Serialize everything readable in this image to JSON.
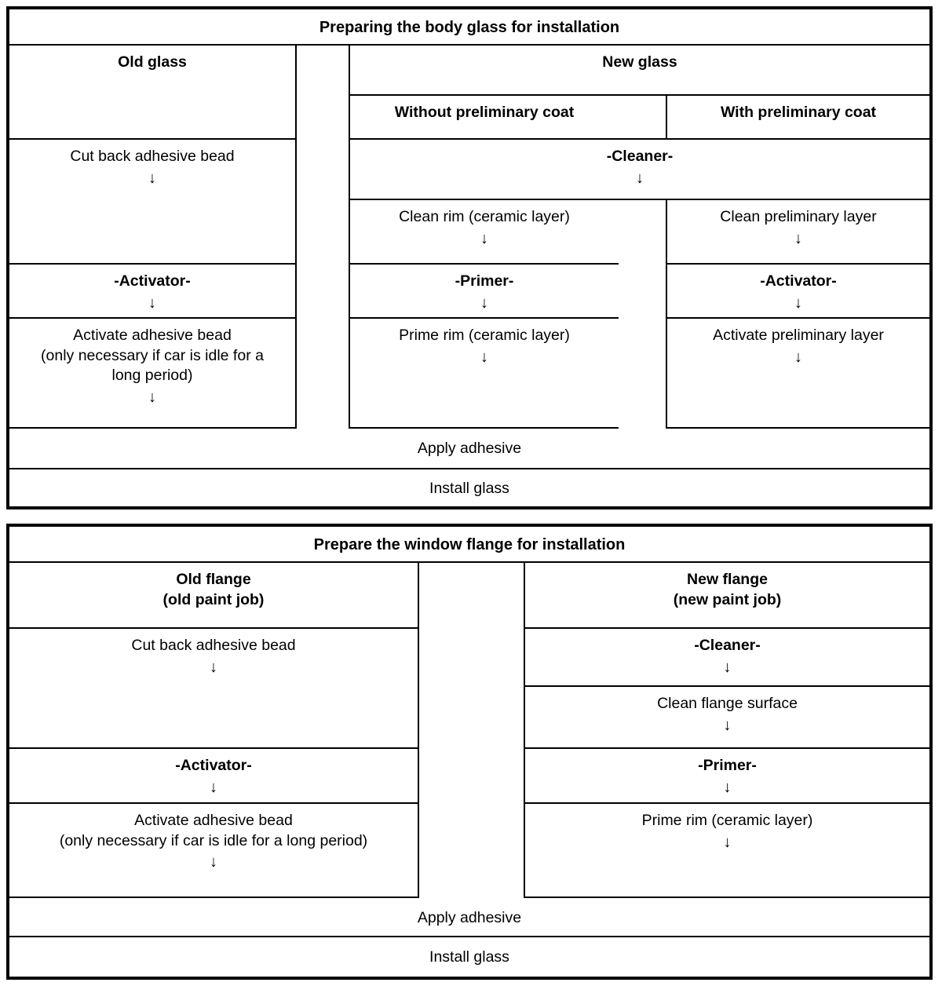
{
  "document": {
    "type": "process-flow-chart",
    "panel_count": 2
  },
  "panels": [
    {
      "id": "body-glass",
      "title": "Preparing the body glass for installation",
      "branches": {
        "left": {
          "heading": "Old glass",
          "steps": [
            {
              "label": "Cut back adhesive bead",
              "arrow": "↓",
              "bold": false
            },
            {
              "label": "-Activator-",
              "arrow": "↓",
              "bold": true
            },
            {
              "label": "Activate adhesive bead\n(only necessary if car is idle for a\nlong period)",
              "arrow": "↓",
              "bold": false
            }
          ]
        },
        "right": {
          "heading": "New glass",
          "shared_step": {
            "label": "-Cleaner-",
            "arrow": "↓",
            "bold": true
          },
          "sub_branches": [
            {
              "heading": "Without preliminary coat",
              "steps": [
                {
                  "label": "Clean rim (ceramic layer)",
                  "arrow": "↓",
                  "bold": false
                },
                {
                  "label": "-Primer-",
                  "arrow": "↓",
                  "bold": true
                },
                {
                  "label": "Prime rim (ceramic layer)",
                  "arrow": "↓",
                  "bold": false
                }
              ]
            },
            {
              "heading": "With preliminary coat",
              "steps": [
                {
                  "label": "Clean preliminary layer",
                  "arrow": "↓",
                  "bold": false
                },
                {
                  "label": "-Activator-",
                  "arrow": "↓",
                  "bold": true
                },
                {
                  "label": "Activate preliminary layer",
                  "arrow": "↓",
                  "bold": false
                }
              ]
            }
          ]
        }
      },
      "footer_steps": [
        {
          "label": "Apply adhesive"
        },
        {
          "label": "Install glass"
        }
      ]
    },
    {
      "id": "window-flange",
      "title": "Prepare the window flange for installation",
      "branches": {
        "left": {
          "heading": "Old flange\n(old paint job)",
          "steps": [
            {
              "label": "Cut back adhesive bead",
              "arrow": "↓",
              "bold": false
            },
            {
              "label": "-Activator-",
              "arrow": "↓",
              "bold": true
            },
            {
              "label": "Activate adhesive bead\n(only necessary if car is idle for a long period)",
              "arrow": "↓",
              "bold": false
            }
          ]
        },
        "right": {
          "heading": "New flange\n(new paint job)",
          "steps": [
            {
              "label": "-Cleaner-",
              "arrow": "↓",
              "bold": true
            },
            {
              "label": "Clean flange surface",
              "arrow": "↓",
              "bold": false
            },
            {
              "label": "-Primer-",
              "arrow": "↓",
              "bold": true
            },
            {
              "label": "Prime rim (ceramic layer)",
              "arrow": "↓",
              "bold": false
            }
          ]
        }
      },
      "footer_steps": [
        {
          "label": "Apply adhesive"
        },
        {
          "label": "Install glass"
        }
      ]
    }
  ],
  "colors": {
    "border": "#000000",
    "background": "#ffffff",
    "text": "#000000"
  }
}
